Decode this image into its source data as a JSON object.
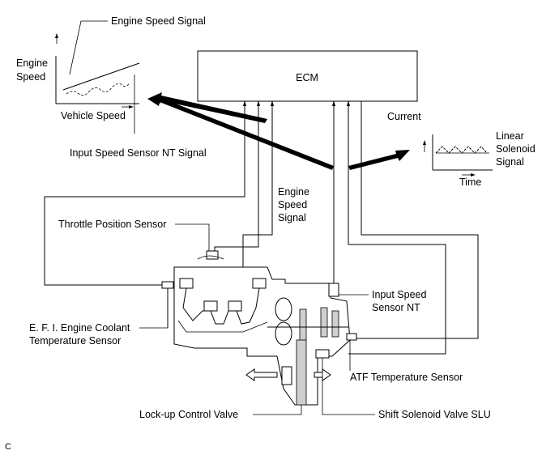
{
  "ecm_label": "ECM",
  "graph_left": {
    "signal_label": "Engine Speed Signal",
    "y_axis_label_line1": "Engine",
    "y_axis_label_line2": "Speed",
    "x_axis_label": "Vehicle Speed",
    "nt_label": "Input Speed Sensor NT Signal"
  },
  "graph_right": {
    "current_label": "Current",
    "signal_line1": "Linear",
    "signal_line2": "Solenoid",
    "signal_line3": "Signal",
    "x_axis_label": "Time"
  },
  "engine_speed_signal": {
    "line1": "Engine",
    "line2": "Speed",
    "line3": "Signal"
  },
  "components": {
    "throttle": "Throttle Position Sensor",
    "efi_line1": "E. F. I. Engine Coolant",
    "efi_line2": "Temperature Sensor",
    "nt_line1": "Input Speed",
    "nt_line2": "Sensor NT",
    "atf": "ATF Temperature Sensor",
    "lockup": "Lock-up Control Valve",
    "slu": "Shift Solenoid Valve SLU"
  },
  "corner_code": "C"
}
